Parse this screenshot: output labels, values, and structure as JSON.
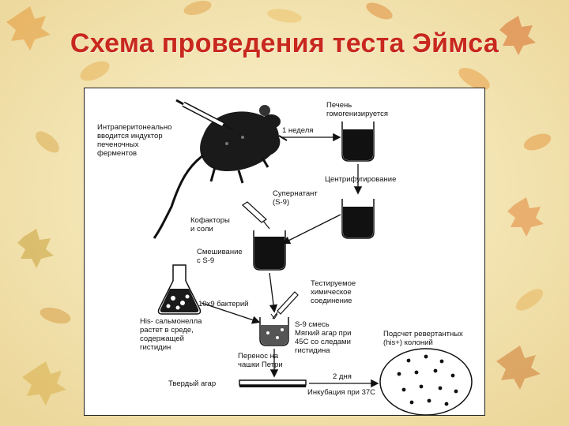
{
  "slide": {
    "title": "Схема проведения теста Эймса"
  },
  "diagram": {
    "injection_note": "Интраперитонеально\nвводится индуктор\nпеченочных\nферментов",
    "time_label": "1 неделя",
    "liver_homogenized": "Печень\nгомогенизируется",
    "centrifugation": "Центрифугирование",
    "supernatant": "Супернатант\n(S-9)",
    "cofactors": "Кофакторы\nи соли",
    "mixing": "Смешивание\nс S-9",
    "test_compound": "Тестируемое\nхимическое\nсоединение",
    "bacteria_count": "10x9 бактерий",
    "his_salmonella": "His- сальмонелла\nрастет в среде,\nсодержащей\nгистидин",
    "s9_mix": "S-9 смесь\nМягкий агар при\n45С со следами\nгистидина",
    "transfer": "Перенос на\nчашки Петри",
    "revertant_count": "Подсчет ревертантных\n(his+) колоний",
    "solid_agar": "Твердый агар",
    "days": "2 дня",
    "incubation": "Инкубация при 37С"
  },
  "colors": {
    "title": "#c8281e",
    "background": "#f3e6b5",
    "ink": "#111111"
  }
}
